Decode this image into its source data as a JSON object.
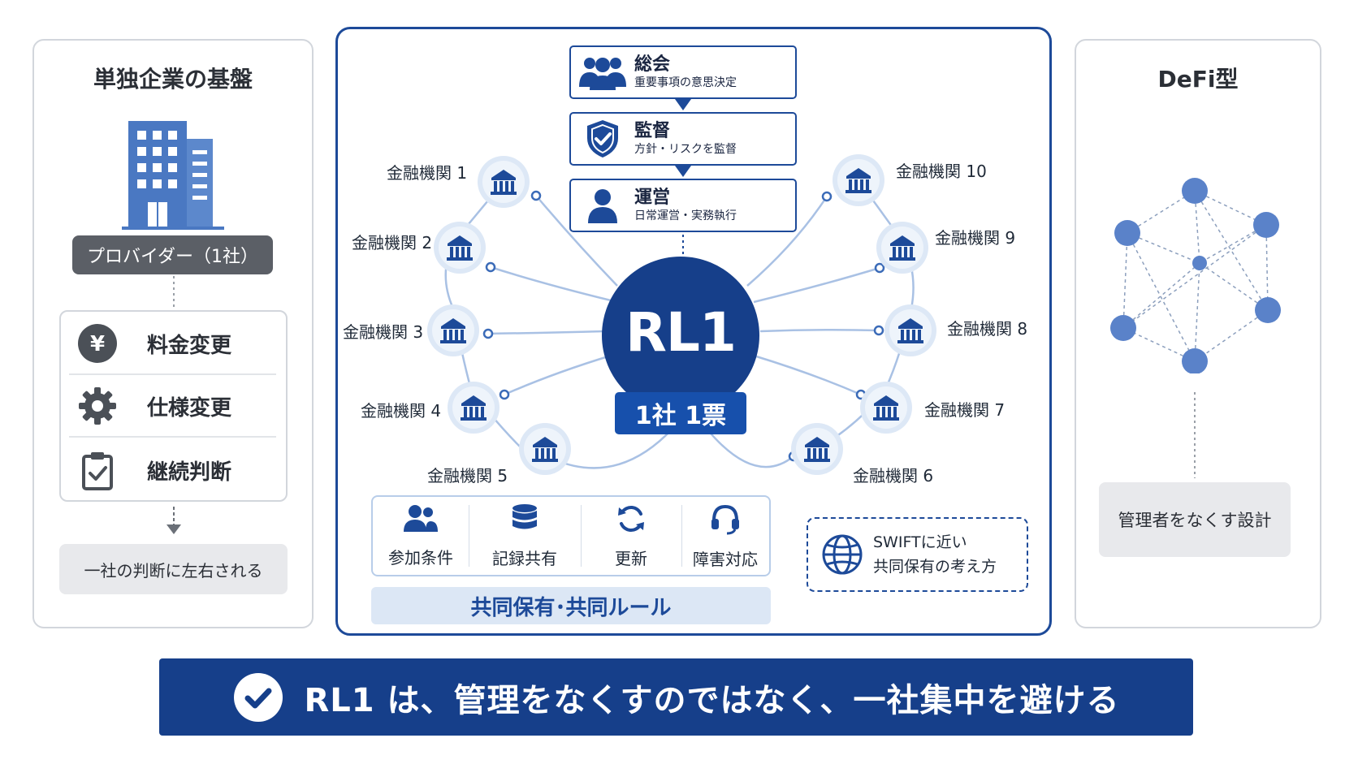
{
  "left": {
    "title": "単独企業の基盤",
    "provider_label": "プロバイダー（1社）",
    "items": [
      {
        "label": "料金変更",
        "icon": "yen-icon"
      },
      {
        "label": "仕様変更",
        "icon": "gear-icon"
      },
      {
        "label": "継続判断",
        "icon": "clipboard-check-icon"
      }
    ],
    "result_label": "一社の判断に左右される"
  },
  "center": {
    "governance": [
      {
        "title": "総会",
        "subtitle": "重要事項の意思決定",
        "icon": "people-icon"
      },
      {
        "title": "監督",
        "subtitle": "方針・リスクを監督",
        "icon": "shield-check-icon"
      },
      {
        "title": "運営",
        "subtitle": "日常運営・実務執行",
        "icon": "person-icon"
      }
    ],
    "hub_label": "RL1",
    "hub_vote": "1社 1票",
    "institutions": [
      "金融機関 1",
      "金融機関 2",
      "金融機関 3",
      "金融機関 4",
      "金融機関 5",
      "金融機関 6",
      "金融機関 7",
      "金融機関 8",
      "金融機関 9",
      "金融機関 10"
    ],
    "features": [
      {
        "label": "参加条件",
        "icon": "people-icon"
      },
      {
        "label": "記録共有",
        "icon": "database-icon"
      },
      {
        "label": "更新",
        "icon": "refresh-icon"
      },
      {
        "label": "障害対応",
        "icon": "headset-icon"
      }
    ],
    "shared_rules_label": "共同保有･共同ルール",
    "swift_note": {
      "line1": "SWIFTに近い",
      "line2": "共同保有の考え方",
      "icon": "globe-icon"
    }
  },
  "right": {
    "title": "DeFi型",
    "design_label": "管理者をなくす設計"
  },
  "banner": {
    "text": "RL1 は、管理をなくすのではなく、一社集中を避ける",
    "icon": "check-circle-icon"
  },
  "colors": {
    "navy": "#163f8a",
    "blue": "#1d4a99",
    "light_blue": "#dce7f5",
    "node_blue": "#5a82c9",
    "gray_text": "#5b5f66"
  }
}
